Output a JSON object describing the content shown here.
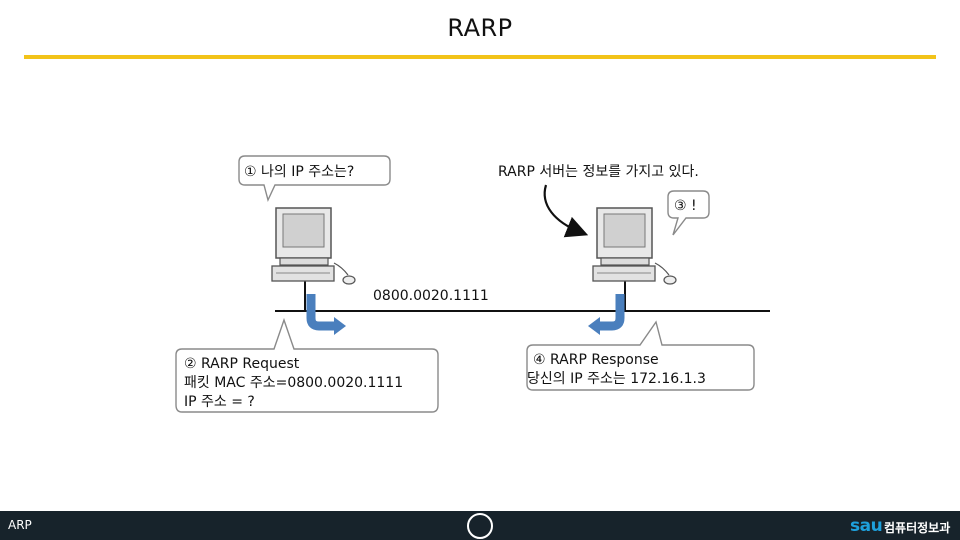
{
  "title": "RARP",
  "bubbles": {
    "q1": "① 나의 IP 주소는?",
    "server_label": "RARP 서버는 정보를 가지고 있다.",
    "q3": "③ !",
    "mac": "0800.0020.1111",
    "req_line1": "② RARP Request",
    "req_line2": "패킷 MAC 주소=0800.0020.1111",
    "req_line3": "IP 주소  = ?",
    "res_line1": "④ RARP Response",
    "res_line2": "당신의 IP 주소는  172.16.1.3"
  },
  "footer": {
    "left": "ARP",
    "logo_mark": "sau",
    "logo_text": "컴퓨터정보과"
  },
  "colors": {
    "rule": "#f2c319",
    "arrow": "#4a7fbd",
    "footer_bg": "#17232b",
    "logo": "#1ea0dc"
  },
  "icons": [
    "computer-icon",
    "mouse-icon",
    "curved-arrow-icon"
  ]
}
